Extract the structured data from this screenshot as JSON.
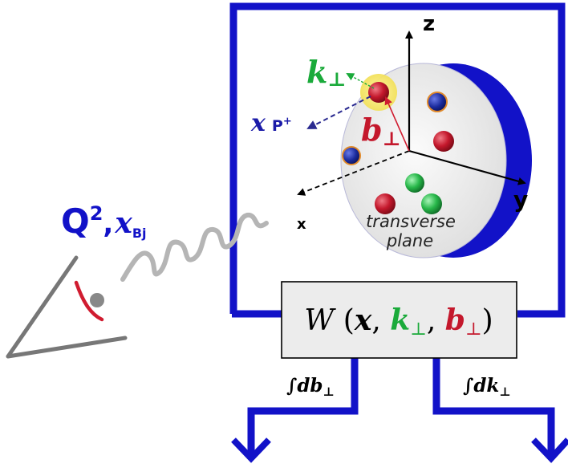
{
  "probe": {
    "q2_label": "Q",
    "q2_sup": "2",
    "sep": ",",
    "x_label": "x",
    "bj_sub": "Bj"
  },
  "axes": {
    "z": "z",
    "y": "y",
    "x": "x"
  },
  "plane": {
    "line1": "transverse",
    "line2": "plane"
  },
  "momenta": {
    "k_perp": "k",
    "b_perp": "b",
    "perp_sym": "⊥",
    "x": "x",
    "p_plus": "P",
    "plus": "+"
  },
  "wigner": {
    "W": "W",
    "open": " (",
    "x": "x",
    "comma1": ", ",
    "k": "k",
    "comma2": ", ",
    "b": "b",
    "close": ")",
    "perp": "⊥"
  },
  "integrals": {
    "left": "∫db",
    "right": "∫dk",
    "perp": "⊥"
  },
  "colors": {
    "frame": "#1212c8",
    "gluon_green": "#1aaa3a",
    "quark_red": "#c4182c",
    "box_fill": "#ececec",
    "wave": "#b5b5b5"
  }
}
